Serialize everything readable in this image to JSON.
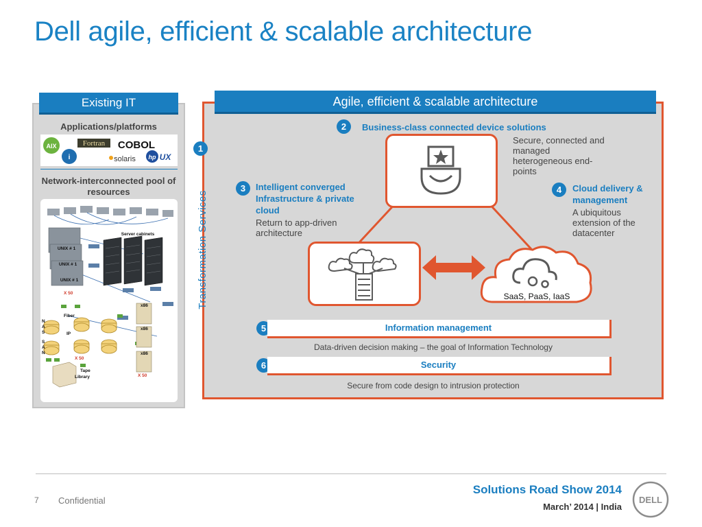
{
  "title": "Dell agile, efficient & scalable architecture",
  "existing_it": {
    "tab": "Existing IT",
    "apps_heading": "Applications/platforms",
    "logos": [
      "AIX",
      "Fortran",
      "COBOL",
      "solaris",
      "UX"
    ],
    "network_heading": "Network-interconnected pool of resources",
    "network_labels": {
      "server_cabinets": "Server cabinets",
      "unix_1": "UNIX # 1",
      "unix_2": "UNIX # 1",
      "unix_3": "UNIX # 1",
      "x50_1": "X 50",
      "x50_2": "X 50",
      "x50_3": "X 50",
      "x86_1": "x86",
      "x86_2": "x86",
      "x86_3": "x86",
      "fiber": "Fiber",
      "ip": "IP",
      "nas": "N\nA\nS",
      "san": "S\nA\nN",
      "tape": "Tape Library"
    }
  },
  "agile": {
    "tab": "Agile, efficient & scalable architecture",
    "side_label": "Transformation Services",
    "n1": "1",
    "n2": "2",
    "n3": "3",
    "n4": "4",
    "n5": "5",
    "n6": "6",
    "business_title": "Business-class connected device solutions",
    "business_desc": "Secure, connected and managed heterogeneous end-points",
    "converged_title": "Intelligent converged Infrastructure & private cloud",
    "converged_desc": "Return to app-driven architecture",
    "cloud_title": "Cloud delivery & management",
    "cloud_desc": "A ubiquitous extension of the datacenter",
    "cloud_caption": "SaaS, PaaS, IaaS",
    "info_label": "Information management",
    "info_caption": "Data-driven decision making – the goal of Information Technology",
    "security_label": "Security",
    "security_caption": "Secure from code design to intrusion protection"
  },
  "footer": {
    "page": "7",
    "confidential": "Confidential",
    "event": "Solutions Road Show 2014",
    "date": "March’ 2014 | India",
    "logo": "DELL"
  },
  "colors": {
    "blue": "#1a7ec0",
    "orange": "#e0562f",
    "panel": "#d7d7d7"
  }
}
